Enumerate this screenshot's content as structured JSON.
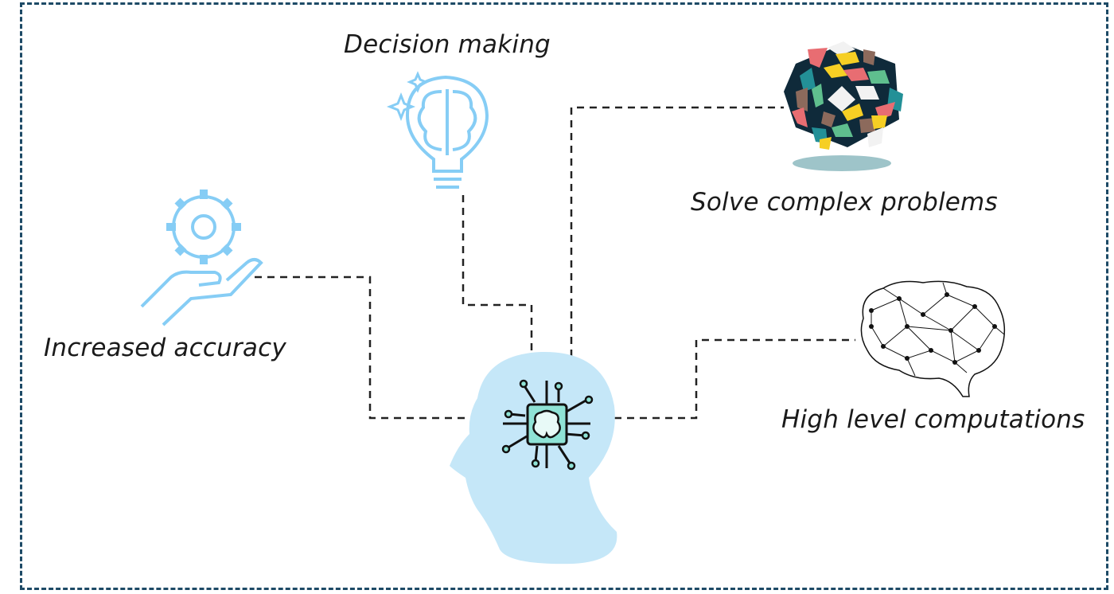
{
  "labels": {
    "decision": "Decision making",
    "solve": "Solve complex problems",
    "accuracy": "Increased accuracy",
    "computations": "High level computations"
  },
  "colors": {
    "border": "#1d4a66",
    "icon_blue": "#86cdf5",
    "head_fill": "#c5e7f8",
    "chip_teal": "#8fe3d6",
    "connector": "#222222"
  },
  "icons": [
    "gear-in-hand-icon",
    "lightbulb-brain-icon",
    "rubiks-cube-icon",
    "neural-network-brain-icon",
    "ai-head-chip-icon"
  ]
}
